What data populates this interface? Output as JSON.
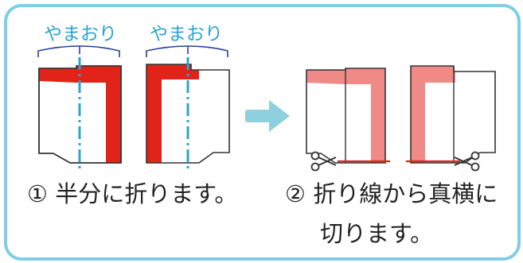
{
  "labels": {
    "fold_left": "やまおり",
    "fold_right": "やまおり"
  },
  "steps": [
    {
      "caption": "① 半分に折ります。"
    },
    {
      "caption_line1": "② 折り線から真横に",
      "caption_line2": "切ります。"
    }
  ],
  "colors": {
    "frame": "#7fcde6",
    "fold_line": "#2aa3d1",
    "red_fill": "#e2231a",
    "pink_fill": "#f08a86",
    "arrow": "#8fd0de",
    "outline": "#333333"
  },
  "icons": [
    "scissors-icon",
    "right-arrow-icon"
  ]
}
